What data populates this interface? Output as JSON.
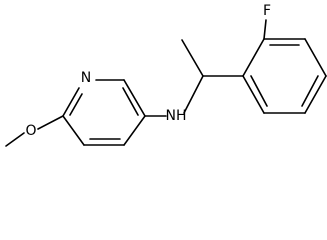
{
  "structure": {
    "atoms": {
      "fluorine": "F",
      "ring_nitrogen": "N",
      "amine": "NH",
      "oxygen": "O"
    }
  }
}
